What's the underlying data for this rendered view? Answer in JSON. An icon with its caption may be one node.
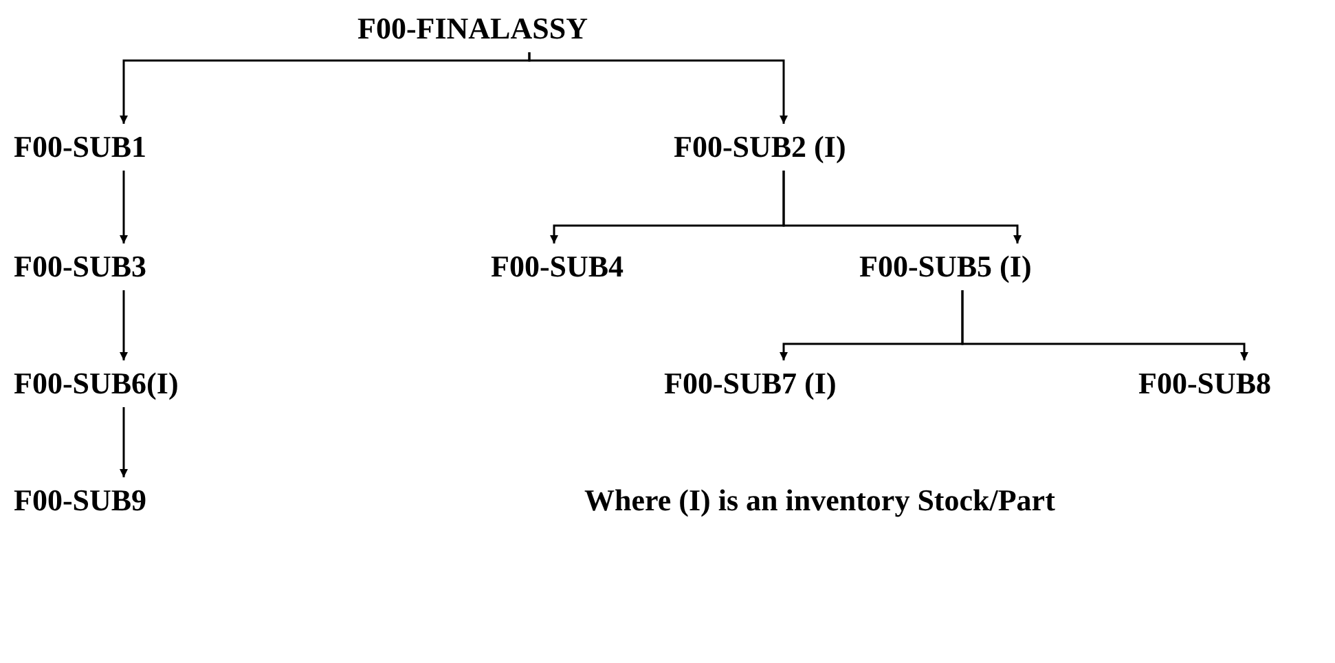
{
  "diagram": {
    "nodes": [
      {
        "text": [
          "F00-FINALASSY"
        ]
      },
      {
        "text": [
          "F00-SUB1"
        ]
      },
      {
        "text": [
          "F00-SUB2 (I)"
        ]
      },
      {
        "text": [
          "F00-SUB3"
        ]
      },
      {
        "text": [
          "F00-SUB4"
        ]
      },
      {
        "text": [
          "F00-SUB5 (I)"
        ]
      },
      {
        "text": [
          "F00-SUB6(I)"
        ]
      },
      {
        "text": [
          "F00-SUB7 (I)"
        ]
      },
      {
        "text": [
          "F00-SUB8"
        ]
      },
      {
        "text": [
          "F00-SUB9"
        ]
      }
    ],
    "edges": [
      {
        "from": 0,
        "to": 1,
        "arrow": "to"
      },
      {
        "from": 0,
        "to": 2,
        "arrow": "to"
      },
      {
        "from": 1,
        "to": 3,
        "arrow": "to"
      },
      {
        "from": 2,
        "to": 4,
        "arrow": "to"
      },
      {
        "from": 2,
        "to": 5,
        "arrow": "to"
      },
      {
        "from": 3,
        "to": 6,
        "arrow": "to"
      },
      {
        "from": 5,
        "to": 7,
        "arrow": "to"
      },
      {
        "from": 5,
        "to": 8,
        "arrow": "to"
      },
      {
        "from": 6,
        "to": 9,
        "arrow": "to"
      }
    ],
    "labels": [
      "Where (I) is an inventory Stock/Part"
    ]
  }
}
